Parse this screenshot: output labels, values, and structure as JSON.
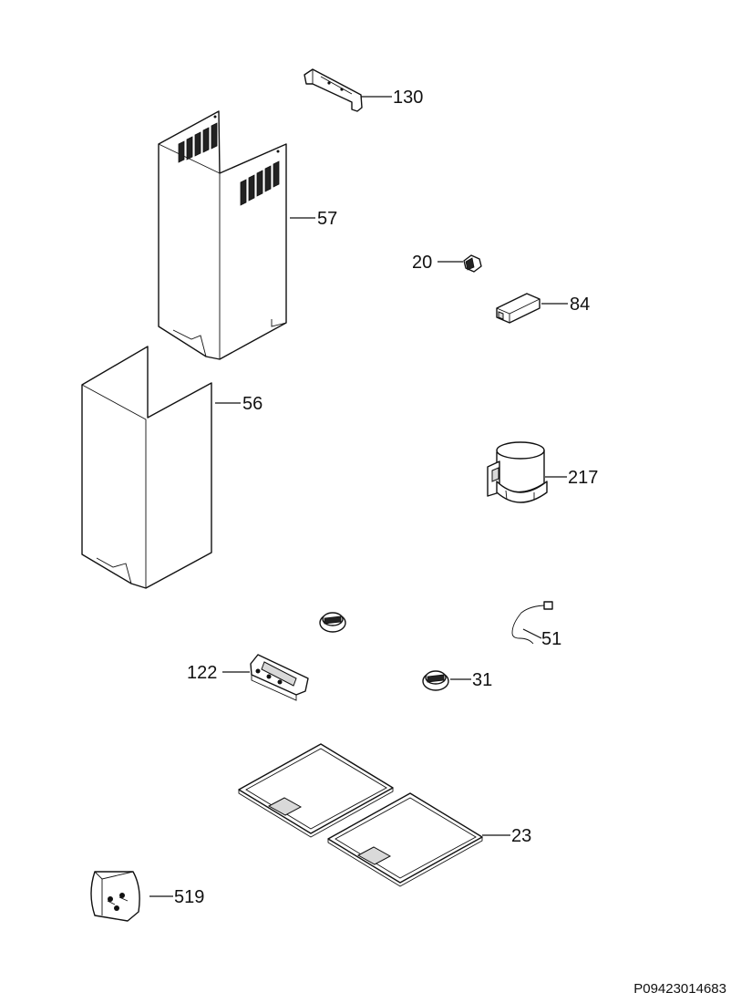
{
  "doc_ref": "P09423014683",
  "callouts": [
    {
      "id": "130",
      "label": "130"
    },
    {
      "id": "57",
      "label": "57"
    },
    {
      "id": "20",
      "label": "20"
    },
    {
      "id": "84",
      "label": "84"
    },
    {
      "id": "56",
      "label": "56"
    },
    {
      "id": "217",
      "label": "217"
    },
    {
      "id": "51",
      "label": "51"
    },
    {
      "id": "122",
      "label": "122"
    },
    {
      "id": "31",
      "label": "31"
    },
    {
      "id": "23",
      "label": "23"
    },
    {
      "id": "519",
      "label": "519"
    }
  ]
}
